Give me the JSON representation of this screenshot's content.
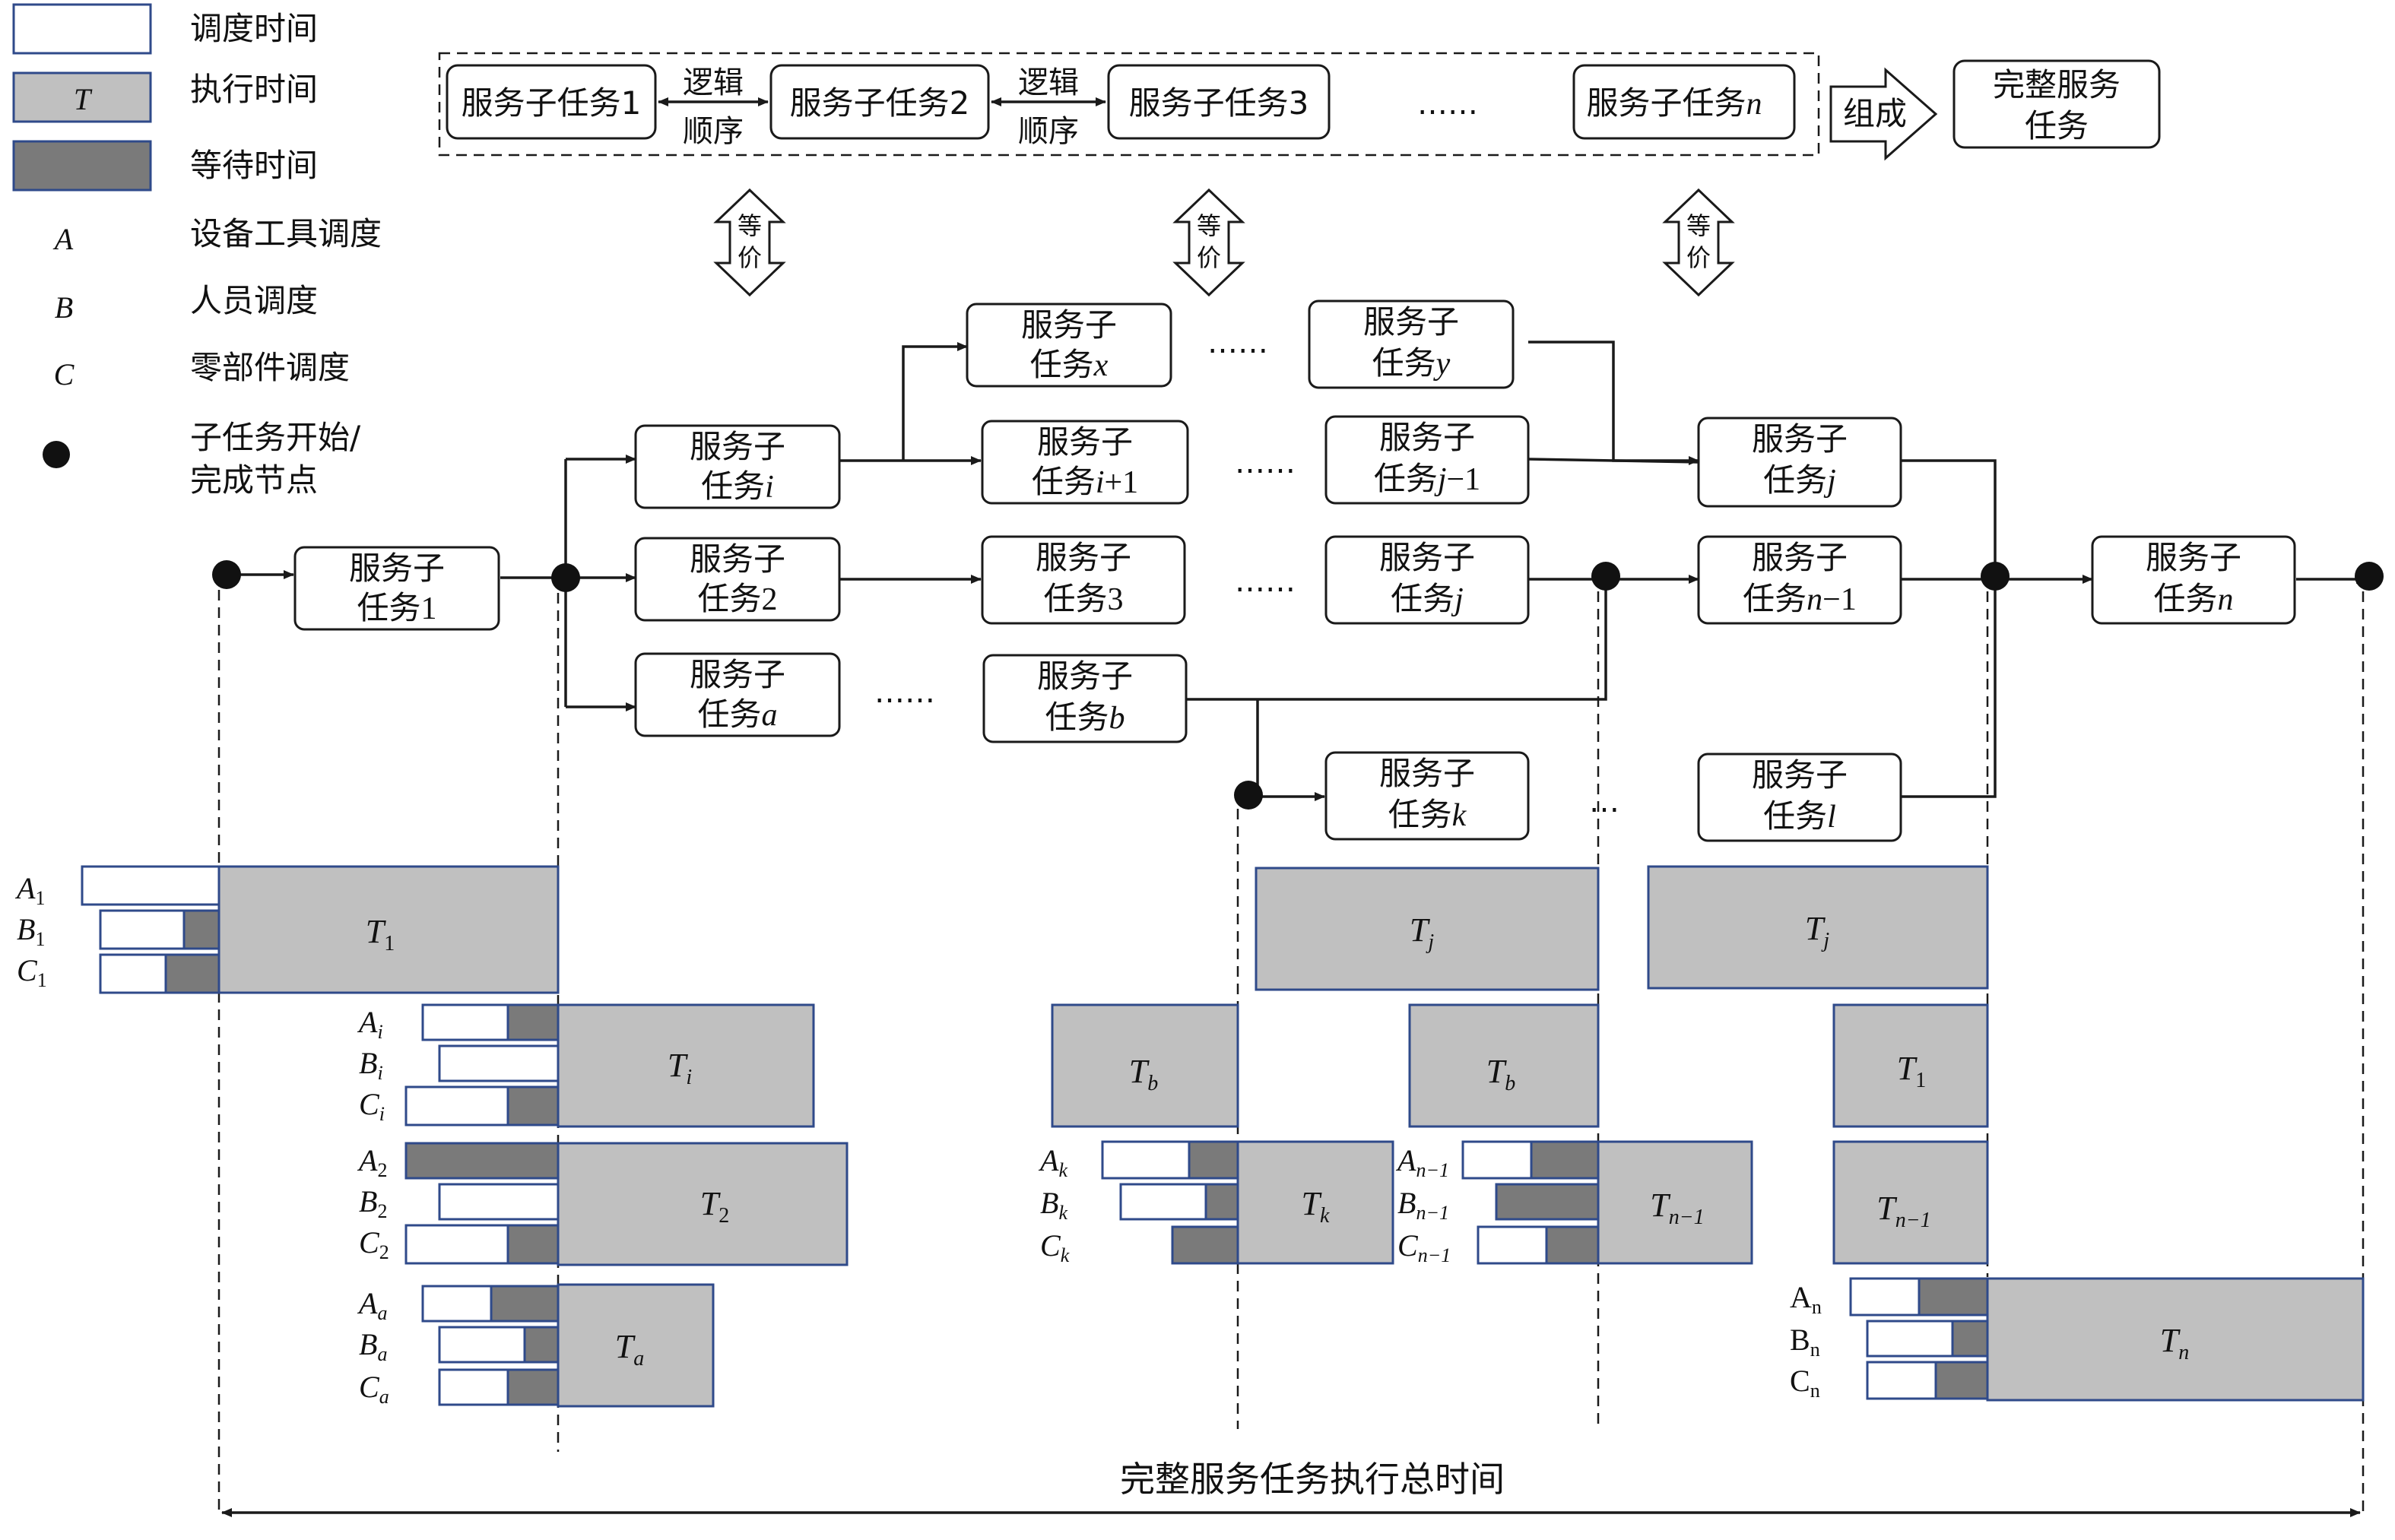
{
  "legend": {
    "schedule_time": "调度时间",
    "exec_symbol": "T",
    "exec_time": "执行时间",
    "wait_time": "等待时间",
    "a_symbol": "A",
    "a_label": "设备工具调度",
    "b_symbol": "B",
    "b_label": "人员调度",
    "c_symbol": "C",
    "c_label": "零部件调度",
    "node_label_line1": "子任务开始/",
    "node_label_line2": "完成节点"
  },
  "top_row": {
    "task1": "服务子任务1",
    "task2": "服务子任务2",
    "task3": "服务子任务3",
    "taskn_prefix": "服务子任务",
    "taskn_suffix": "n",
    "logic_line1": "逻辑",
    "logic_line2": "顺序",
    "ellipsis": "……",
    "compose": "组成",
    "complete_line1": "完整服务",
    "complete_line2": "任务",
    "equiv_line1": "等",
    "equiv_line2": "价"
  },
  "network": {
    "prefix": "服务子",
    "task_word": "任务",
    "ellipsis": "……",
    "small_ellipsis": "…",
    "t1_suffix": "1",
    "ti_suffix": "i",
    "t2_suffix": "2",
    "ta_suffix": "a",
    "tx_suffix": "x",
    "ti1_main": "i",
    "ti1_tail": "+1",
    "t3_suffix": "3",
    "tb_suffix": "b",
    "ty_suffix": "y",
    "tj1_main": "j",
    "tj1_tail": "−1",
    "tj_suffix": "j",
    "tk_suffix": "k",
    "tjr_suffix": "j",
    "tn1_main": "n",
    "tn1_tail": "−1",
    "tl_suffix": "l",
    "tn_suffix": "n"
  },
  "gantt": {
    "T": "T",
    "sub_1": "1",
    "sub_i": "i",
    "sub_2": "2",
    "sub_a": "a",
    "sub_b": "b",
    "sub_j": "j",
    "sub_k": "k",
    "sub_n1": "n−1",
    "sub_n": "n",
    "A": "A",
    "B": "B",
    "C": "C",
    "A_up": "A",
    "B_up": "B",
    "C_up": "C",
    "sub_nr": "n"
  },
  "footer": {
    "total": "完整服务任务执行总时间"
  }
}
